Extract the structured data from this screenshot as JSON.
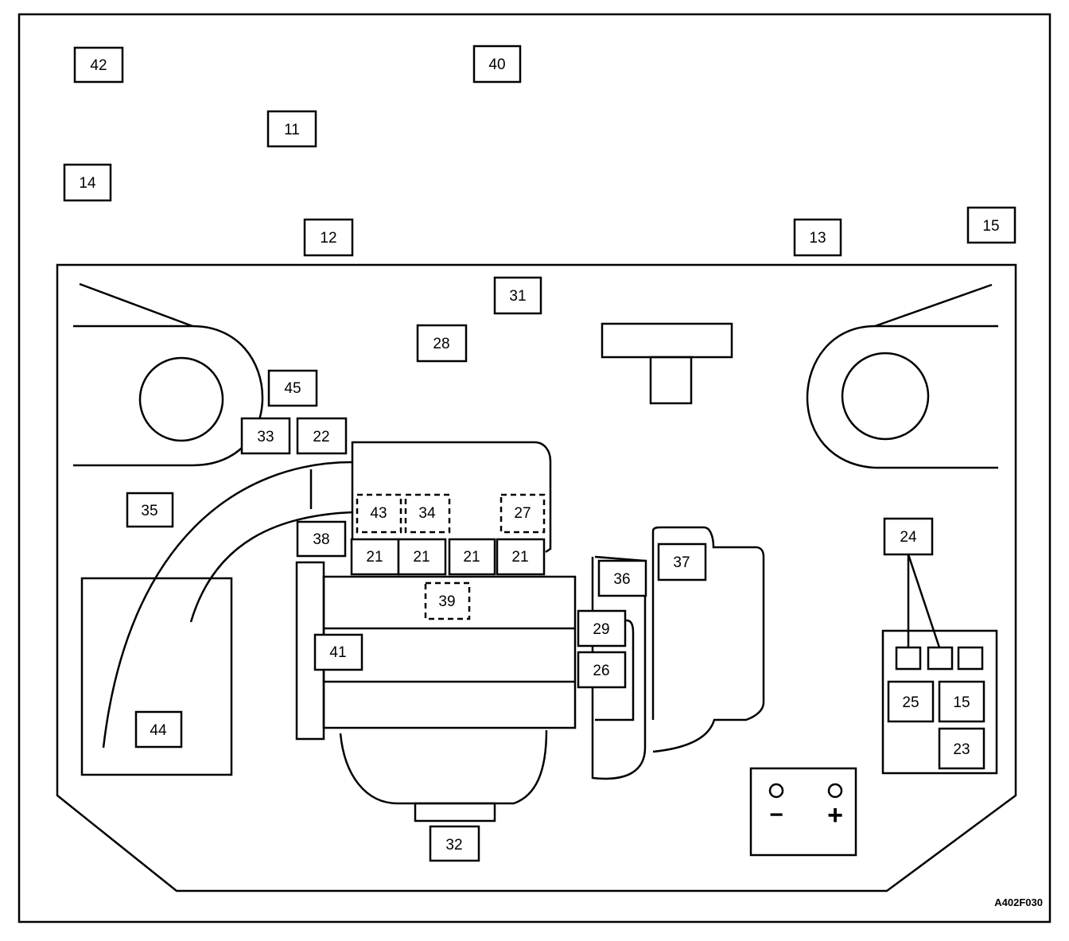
{
  "figure_code": "A402F030",
  "callouts": {
    "n42": "42",
    "n40": "40",
    "n11": "11",
    "n14": "14",
    "n12": "12",
    "n13": "13",
    "n15_top": "15",
    "n31": "31",
    "n28": "28",
    "n45": "45",
    "n33": "33",
    "n22": "22",
    "n35": "35",
    "n43": "43",
    "n34": "34",
    "n27": "27",
    "n38": "38",
    "n21_a": "21",
    "n21_b": "21",
    "n21_c": "21",
    "n21_d": "21",
    "n39": "39",
    "n41": "41",
    "n36": "36",
    "n37": "37",
    "n29": "29",
    "n26": "26",
    "n44": "44",
    "n32": "32",
    "n24": "24",
    "n25": "25",
    "n15_box": "15",
    "n23": "23"
  },
  "battery": {
    "negative_symbol": "−",
    "positive_symbol": "+"
  }
}
